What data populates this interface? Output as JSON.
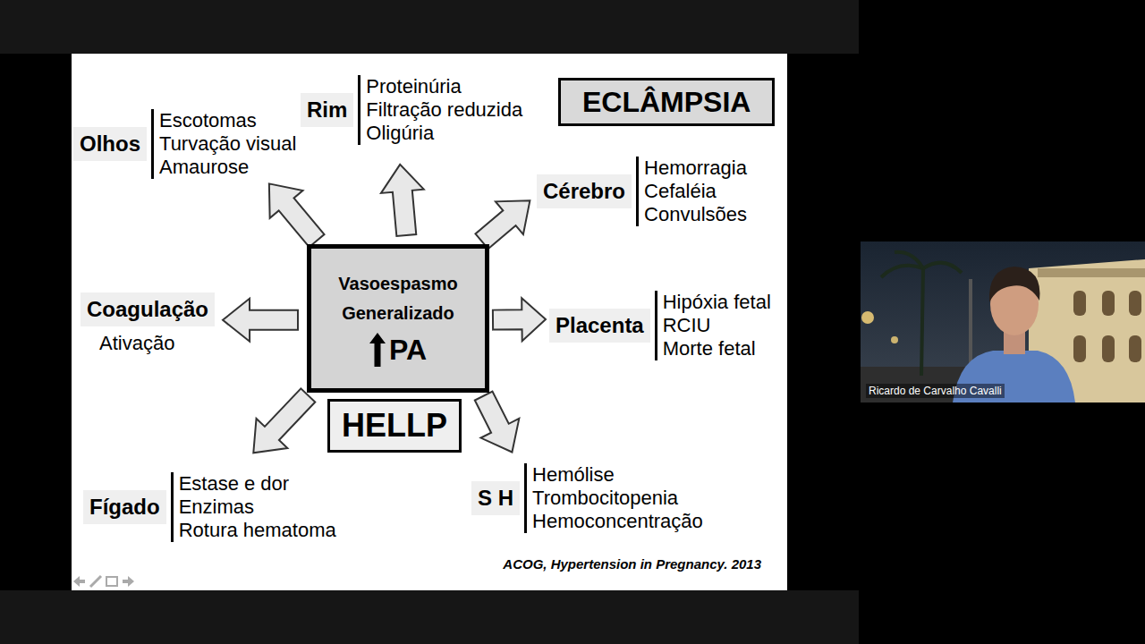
{
  "diagram": {
    "nodes": [
      {
        "text": [
          "Olhos",
          "Escotomas",
          "Turvação visual",
          "Amaurose"
        ]
      },
      {
        "text": [
          "Rim",
          "Proteinúria",
          "Filtração reduzida",
          "Oligúria"
        ]
      },
      {
        "text": [
          "ECLÂMPSIA"
        ]
      },
      {
        "text": [
          "Cérebro",
          "Hemorragia",
          "Cefaléia",
          "Convulsões"
        ]
      },
      {
        "text": [
          "Coagulação",
          "Ativação"
        ]
      },
      {
        "text": [
          "Vasoespasmo Generalizado",
          "PA"
        ]
      },
      {
        "text": [
          "Placenta",
          "Hipóxia fetal",
          "RCIU",
          "Morte fetal"
        ]
      },
      {
        "text": [
          "HELLP"
        ]
      },
      {
        "text": [
          "Fígado",
          "Estase e dor",
          "Enzimas",
          "Rotura hematoma"
        ]
      },
      {
        "text": [
          "S H",
          "Hemólise",
          "Trombocitopenia",
          "Hemoconcentração"
        ]
      }
    ],
    "edges": [
      {
        "from": 5,
        "to": 0,
        "arrow": "to"
      },
      {
        "from": 5,
        "to": 1,
        "arrow": "to"
      },
      {
        "from": 5,
        "to": 3,
        "arrow": "to"
      },
      {
        "from": 5,
        "to": 4,
        "arrow": "to"
      },
      {
        "from": 5,
        "to": 6,
        "arrow": "to"
      },
      {
        "from": 5,
        "to": 8,
        "arrow": "to"
      },
      {
        "from": 5,
        "to": 9,
        "arrow": "to"
      }
    ],
    "labels": [
      "ACOG, Hypertension in Pregnancy. 2013",
      "Ricardo de Carvalho Cavalli"
    ]
  }
}
